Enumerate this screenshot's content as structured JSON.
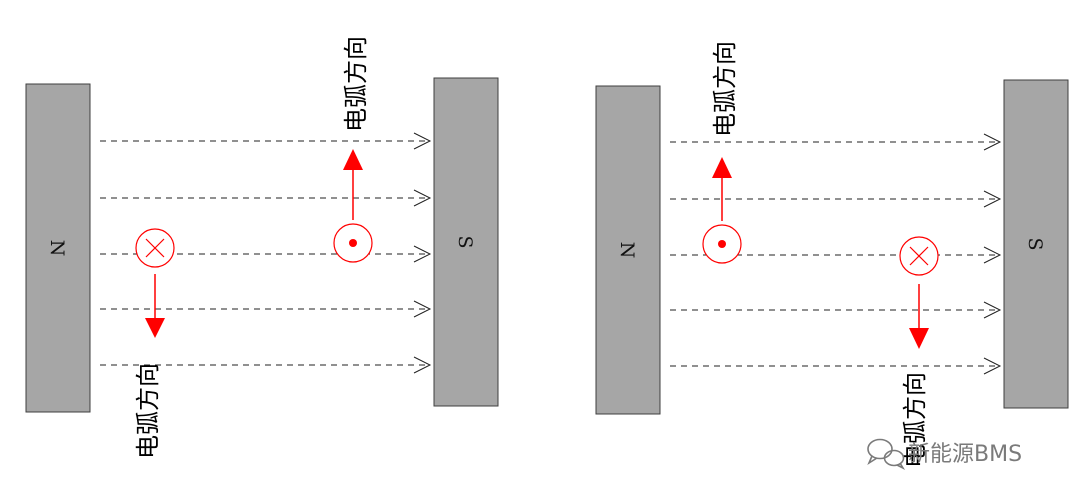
{
  "colors": {
    "magnet_fill": "#a6a6a6",
    "magnet_stroke": "#3f3f3f",
    "field_line": "#222222",
    "current": "#ff0000",
    "text": "#000000",
    "watermark": "#7a7a7a"
  },
  "left_panel": {
    "north_label": "N",
    "south_label": "S",
    "arc_direction_lower": "电弧方向",
    "arc_direction_upper": "电弧方向",
    "conductor_into_page_icon": "circle-cross-icon",
    "conductor_out_of_page_icon": "circle-dot-icon"
  },
  "right_panel": {
    "north_label": "N",
    "south_label": "S",
    "arc_direction_upper": "电弧方向",
    "arc_direction_lower": "电弧方向",
    "conductor_out_of_page_icon": "circle-dot-icon",
    "conductor_into_page_icon": "circle-cross-icon"
  },
  "watermark": {
    "text": "新能源BMS",
    "icon": "wechat-icon"
  }
}
